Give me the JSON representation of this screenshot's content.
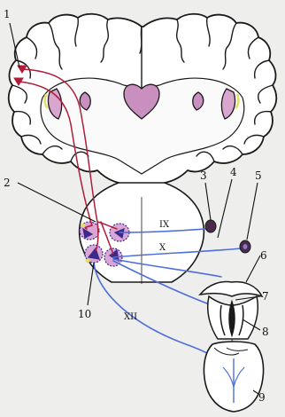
{
  "labels": {
    "n1": "1",
    "n2": "2",
    "n3": "3",
    "n4": "4",
    "n5": "5",
    "n6": "6",
    "n7": "7",
    "n8": "8",
    "n9": "9",
    "n10": "10"
  },
  "nerves": {
    "ix": "IX",
    "x": "X",
    "xii": "XII"
  },
  "colors": {
    "background": "#eeeeec",
    "outline": "#1a1a1a",
    "motor_path": "#b01d3a",
    "nerve_path": "#4f6fd8",
    "nucleus_fill": "#d9a6d6",
    "nucleus_core": "#3b2a8a",
    "ganglion": "#4a2a4a"
  }
}
